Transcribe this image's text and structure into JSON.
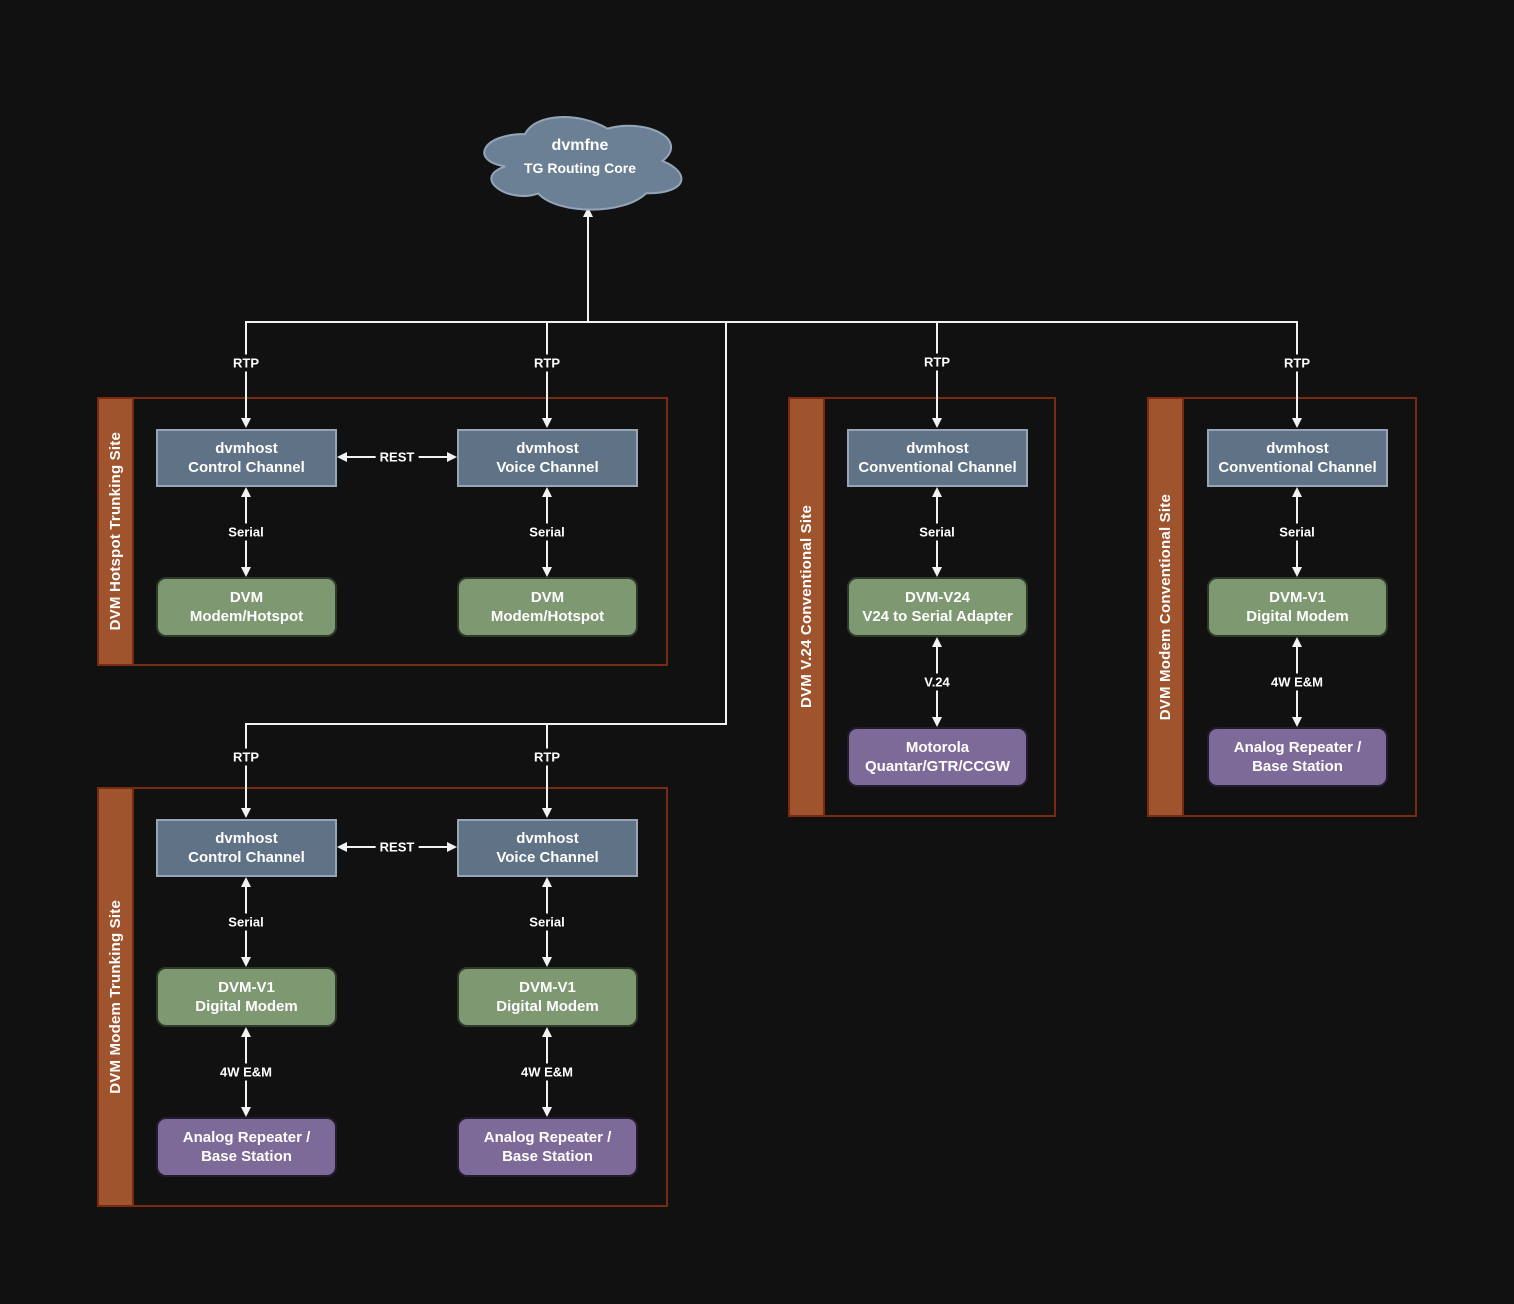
{
  "colors": {
    "background": "#111111",
    "connector": "#f2f2f2",
    "site_border": "#7a2a10",
    "site_bar": "#a0542e",
    "node_host_fill": "#5f7286",
    "node_host_border": "#96a6b7",
    "node_modem_fill": "#7e9871",
    "node_modem_border": "#2e3a28",
    "node_radio_fill": "#7d6a99",
    "node_radio_border": "#241b30",
    "cloud_fill": "#6b8095",
    "cloud_border": "#93a5b8"
  },
  "cloud": {
    "title": "dvmfne",
    "subtitle": "TG Routing Core"
  },
  "edge_labels": {
    "rtp": "RTP",
    "rest": "REST",
    "serial": "Serial",
    "v24": "V.24",
    "em_4w": "4W E&M"
  },
  "sites": {
    "hotspot_trunking": {
      "title": "DVM Hotspot Trunking Site",
      "nodes": {
        "control_channel": {
          "line1": "dvmhost",
          "line2": "Control Channel"
        },
        "voice_channel": {
          "line1": "dvmhost",
          "line2": "Voice Channel"
        },
        "modem_hotspot_a": {
          "line1": "DVM",
          "line2": "Modem/Hotspot"
        },
        "modem_hotspot_b": {
          "line1": "DVM",
          "line2": "Modem/Hotspot"
        }
      }
    },
    "modem_trunking": {
      "title": "DVM Modem Trunking Site",
      "nodes": {
        "control_channel": {
          "line1": "dvmhost",
          "line2": "Control Channel"
        },
        "voice_channel": {
          "line1": "dvmhost",
          "line2": "Voice Channel"
        },
        "digital_modem_a": {
          "line1": "DVM-V1",
          "line2": "Digital Modem"
        },
        "digital_modem_b": {
          "line1": "DVM-V1",
          "line2": "Digital Modem"
        },
        "analog_repeater_a": {
          "line1": "Analog Repeater /",
          "line2": "Base Station"
        },
        "analog_repeater_b": {
          "line1": "Analog Repeater /",
          "line2": "Base Station"
        }
      }
    },
    "v24_conventional": {
      "title": "DVM V.24 Conventional Site",
      "nodes": {
        "conventional_channel": {
          "line1": "dvmhost",
          "line2": "Conventional Channel"
        },
        "v24_adapter": {
          "line1": "DVM-V24",
          "line2": "V24 to Serial Adapter"
        },
        "quantar": {
          "line1": "Motorola",
          "line2": "Quantar/GTR/CCGW"
        }
      }
    },
    "modem_conventional": {
      "title": "DVM Modem Conventional Site",
      "nodes": {
        "conventional_channel": {
          "line1": "dvmhost",
          "line2": "Conventional Channel"
        },
        "digital_modem": {
          "line1": "DVM-V1",
          "line2": "Digital Modem"
        },
        "analog_repeater": {
          "line1": "Analog Repeater /",
          "line2": "Base Station"
        }
      }
    }
  }
}
